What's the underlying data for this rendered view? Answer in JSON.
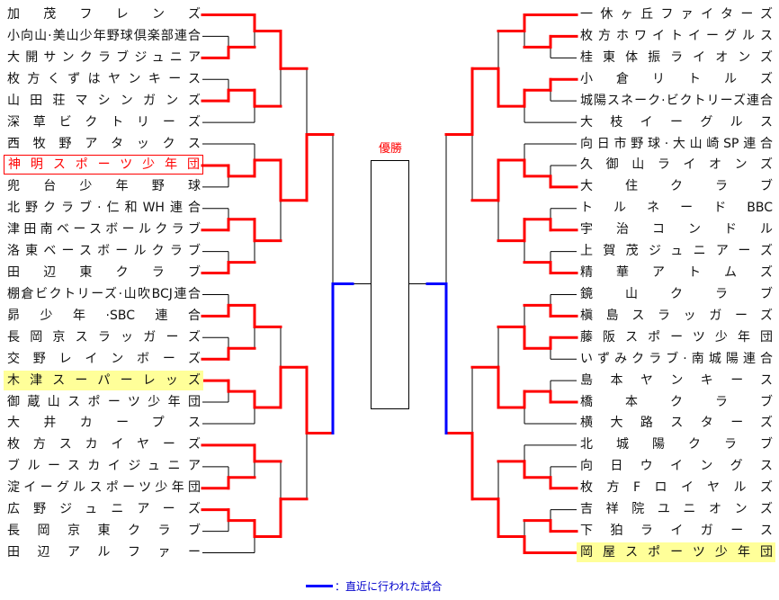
{
  "champion_label": "優勝",
  "legend_label": "：直近に行われた試合",
  "colors": {
    "win": "#ff0000",
    "recent": "#0000ff",
    "line": "#000000",
    "highlight": "#ffff99"
  },
  "left": {
    "teams": [
      {
        "name": "加茂フレンズ"
      },
      {
        "name": "小向山·美山少年野球倶楽部連合"
      },
      {
        "name": "大開サンクラブジュニア"
      },
      {
        "name": "枚方くずはヤンキース"
      },
      {
        "name": "山田荘マシンガンズ"
      },
      {
        "name": "深草ビクトリーズ"
      },
      {
        "name": "西牧野アタックス"
      },
      {
        "name": "神明スポーツ少年団",
        "highlight": "red"
      },
      {
        "name": "兜台少年野球"
      },
      {
        "name": "北野クラブ·仁和WH連合"
      },
      {
        "name": "津田南ベースボールクラブ"
      },
      {
        "name": "洛東ベースボールクラブ"
      },
      {
        "name": "田辺東クラブ"
      },
      {
        "name": "棚倉ビクトリーズ·山吹BCJ連合"
      },
      {
        "name": "昴少年·SBC連合"
      },
      {
        "name": "長岡京スラッガーズ"
      },
      {
        "name": "交野レインボーズ"
      },
      {
        "name": "木津スーパーレッズ",
        "highlight": "yellow"
      },
      {
        "name": "御蔵山スポーツ少年団"
      },
      {
        "name": "大井カープス"
      },
      {
        "name": "枚方スカイヤーズ"
      },
      {
        "name": "ブルースカイジュニア"
      },
      {
        "name": "淀イーグルスポーツ少年団"
      },
      {
        "name": "広野ジュニアーズ"
      },
      {
        "name": "長岡京東クラブ"
      },
      {
        "name": "田辺アルファー"
      }
    ],
    "bracket": [
      [
        [
          [
            0,
            [
              1,
              2,
              1
            ],
            0
          ],
          [
            [
              3,
              4,
              1
            ],
            5,
            0
          ],
          0
        ],
        [
          [
            6,
            [
              7,
              8,
              0
            ],
            1
          ],
          [
            [
              9,
              10,
              1
            ],
            [
              11,
              12,
              1
            ],
            0
          ],
          0
        ],
        1
      ],
      [
        [
          [
            [
              13,
              14,
              1
            ],
            [
              15,
              16,
              1
            ],
            0
          ],
          [
            [
              17,
              18,
              0
            ],
            19,
            0
          ],
          1
        ],
        [
          [
            20,
            [
              21,
              22,
              1
            ],
            0
          ],
          [
            [
              23,
              24,
              0
            ],
            25,
            0
          ],
          1
        ],
        0
      ],
      1
    ]
  },
  "right": {
    "teams": [
      {
        "name": "一休ヶ丘ファイターズ"
      },
      {
        "name": "枚方ホワイトイーグルス"
      },
      {
        "name": "桂東体振ライオンズ"
      },
      {
        "name": "小倉リトルズ"
      },
      {
        "name": "城陽スネーク·ビクトリーズ連合"
      },
      {
        "name": "大枝イーグルス"
      },
      {
        "name": "向日市野球·大山崎SP連合"
      },
      {
        "name": "久御山ライオンズ"
      },
      {
        "name": "大住クラブ"
      },
      {
        "name": "トルネードBBC"
      },
      {
        "name": "宇治コンドル"
      },
      {
        "name": "上賀茂ジュニアーズ"
      },
      {
        "name": "精華アトムズ"
      },
      {
        "name": "鏡山クラブ"
      },
      {
        "name": "槇島スラッガーズ"
      },
      {
        "name": "藤阪スポーツ少年団"
      },
      {
        "name": "いずみクラブ·南城陽連合"
      },
      {
        "name": "島本ヤンキース"
      },
      {
        "name": "橋本クラブ"
      },
      {
        "name": "横大路スターズ"
      },
      {
        "name": "北城陽クラブ"
      },
      {
        "name": "向日ウイングス"
      },
      {
        "name": "枚方Fロイヤルズ"
      },
      {
        "name": "吉祥院ユニオンズ"
      },
      {
        "name": "下狛ライガース"
      },
      {
        "name": "岡屋スポーツ少年団",
        "highlight": "yellow"
      }
    ],
    "bracket": [
      [
        [
          [
            0,
            [
              1,
              2,
              0
            ],
            0
          ],
          [
            [
              3,
              4,
              0
            ],
            5,
            0
          ],
          1
        ],
        [
          [
            6,
            [
              7,
              8,
              1
            ],
            1
          ],
          [
            [
              9,
              10,
              1
            ],
            [
              11,
              12,
              1
            ],
            0
          ],
          0
        ],
        0
      ],
      [
        [
          [
            [
              13,
              14,
              1
            ],
            [
              15,
              16,
              0
            ],
            1
          ],
          [
            [
              17,
              18,
              1
            ],
            19,
            0
          ],
          1
        ],
        [
          [
            20,
            [
              21,
              22,
              1
            ],
            1
          ],
          [
            [
              23,
              24,
              1
            ],
            25,
            1
          ],
          1
        ],
        1
      ],
      1
    ]
  }
}
